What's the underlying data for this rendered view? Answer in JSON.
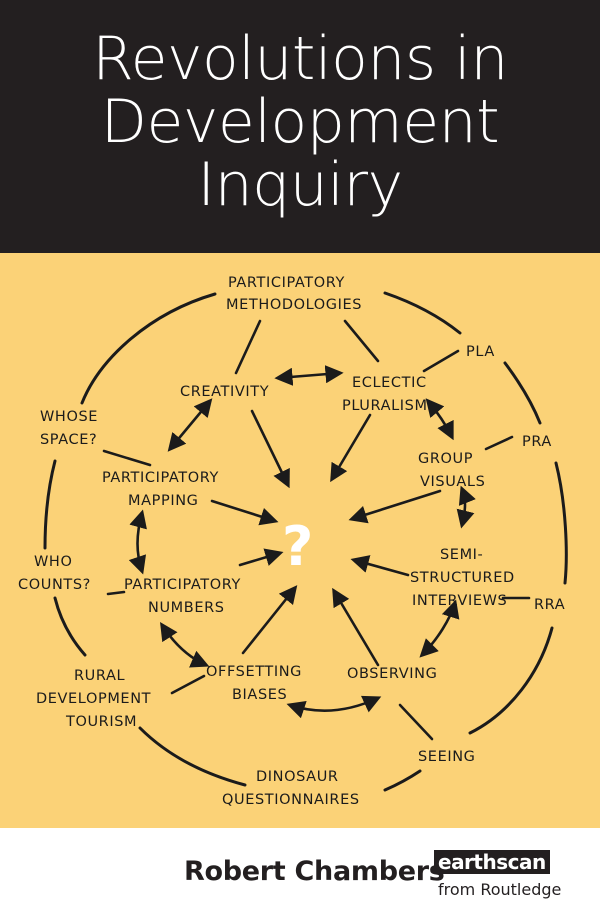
{
  "title": {
    "line1": "Revolutions in",
    "line2": "Development",
    "line3": "Inquiry"
  },
  "diagram": {
    "center": "?",
    "nodes": {
      "pm1": "PARTICIPATORY",
      "pm2": "METHODOLOGIES",
      "pla": "PLA",
      "pra": "PRA",
      "rra": "RRA",
      "creativity": "CREATIVITY",
      "ecl1": "ECLECTIC",
      "ecl2": "PLURALISM",
      "grp1": "GROUP",
      "grp2": "VISUALS",
      "semi1": "SEMI-",
      "semi2": "STRUCTURED",
      "semi3": "INTERVIEWS",
      "map1": "PARTICIPATORY",
      "map2": "MAPPING",
      "num1": "PARTICIPATORY",
      "num2": "NUMBERS",
      "ws1": "WHOSE",
      "ws2": "SPACE?",
      "wc1": "WHO",
      "wc2": "COUNTS?",
      "off1": "OFFSETTING",
      "off2": "BIASES",
      "observing": "OBSERVING",
      "seeing": "SEEING",
      "rdt1": "RURAL",
      "rdt2": "DEVELOPMENT",
      "rdt3": "TOURISM",
      "dq1": "DINOSAUR",
      "dq2": "QUESTIONNAIRES"
    }
  },
  "author": "Robert Chambers",
  "publisher": {
    "name": "earthscan",
    "sub": "from Routledge"
  },
  "colors": {
    "band": "#231f20",
    "panel": "#fbd277",
    "ink": "#1b1b1b"
  }
}
